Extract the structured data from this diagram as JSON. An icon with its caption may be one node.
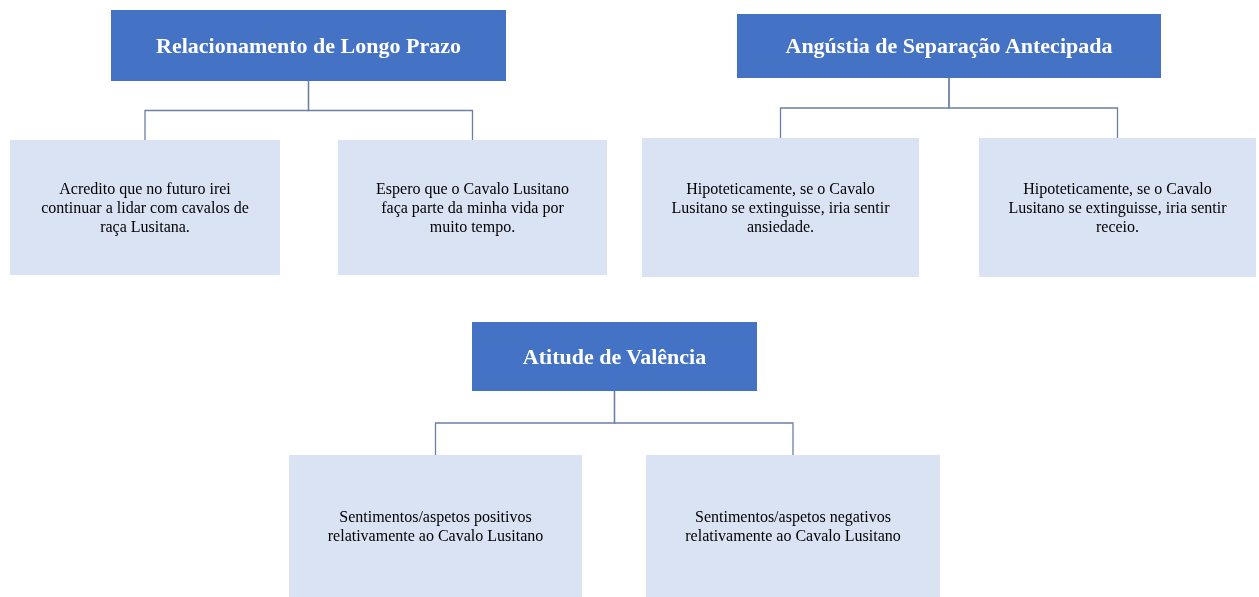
{
  "diagram": {
    "nodes": [
      {
        "text": [
          "Relacionamento de Longo Prazo"
        ]
      },
      {
        "text": [
          "Acredito que no futuro irei continuar a lidar com cavalos de raça Lusitana."
        ]
      },
      {
        "text": [
          "Espero que o Cavalo Lusitano faça parte da minha vida por muito tempo."
        ]
      },
      {
        "text": [
          "Angústia de Separação Antecipada"
        ]
      },
      {
        "text": [
          "Hipoteticamente, se o Cavalo Lusitano se extinguisse, iria sentir ansiedade."
        ]
      },
      {
        "text": [
          "Hipoteticamente, se o Cavalo Lusitano se extinguisse, iria sentir receio."
        ]
      },
      {
        "text": [
          "Atitude de Valência"
        ]
      },
      {
        "text": [
          "Sentimentos/aspetos positivos relativamente ao Cavalo Lusitano"
        ]
      },
      {
        "text": [
          "Sentimentos/aspetos negativos relativamente ao Cavalo Lusitano"
        ]
      }
    ],
    "edges": [
      {
        "from": 0,
        "to": 1,
        "arrow": "none"
      },
      {
        "from": 0,
        "to": 2,
        "arrow": "none"
      },
      {
        "from": 3,
        "to": 4,
        "arrow": "none"
      },
      {
        "from": 3,
        "to": 5,
        "arrow": "none"
      },
      {
        "from": 6,
        "to": 7,
        "arrow": "none"
      },
      {
        "from": 6,
        "to": 8,
        "arrow": "none"
      }
    ]
  }
}
